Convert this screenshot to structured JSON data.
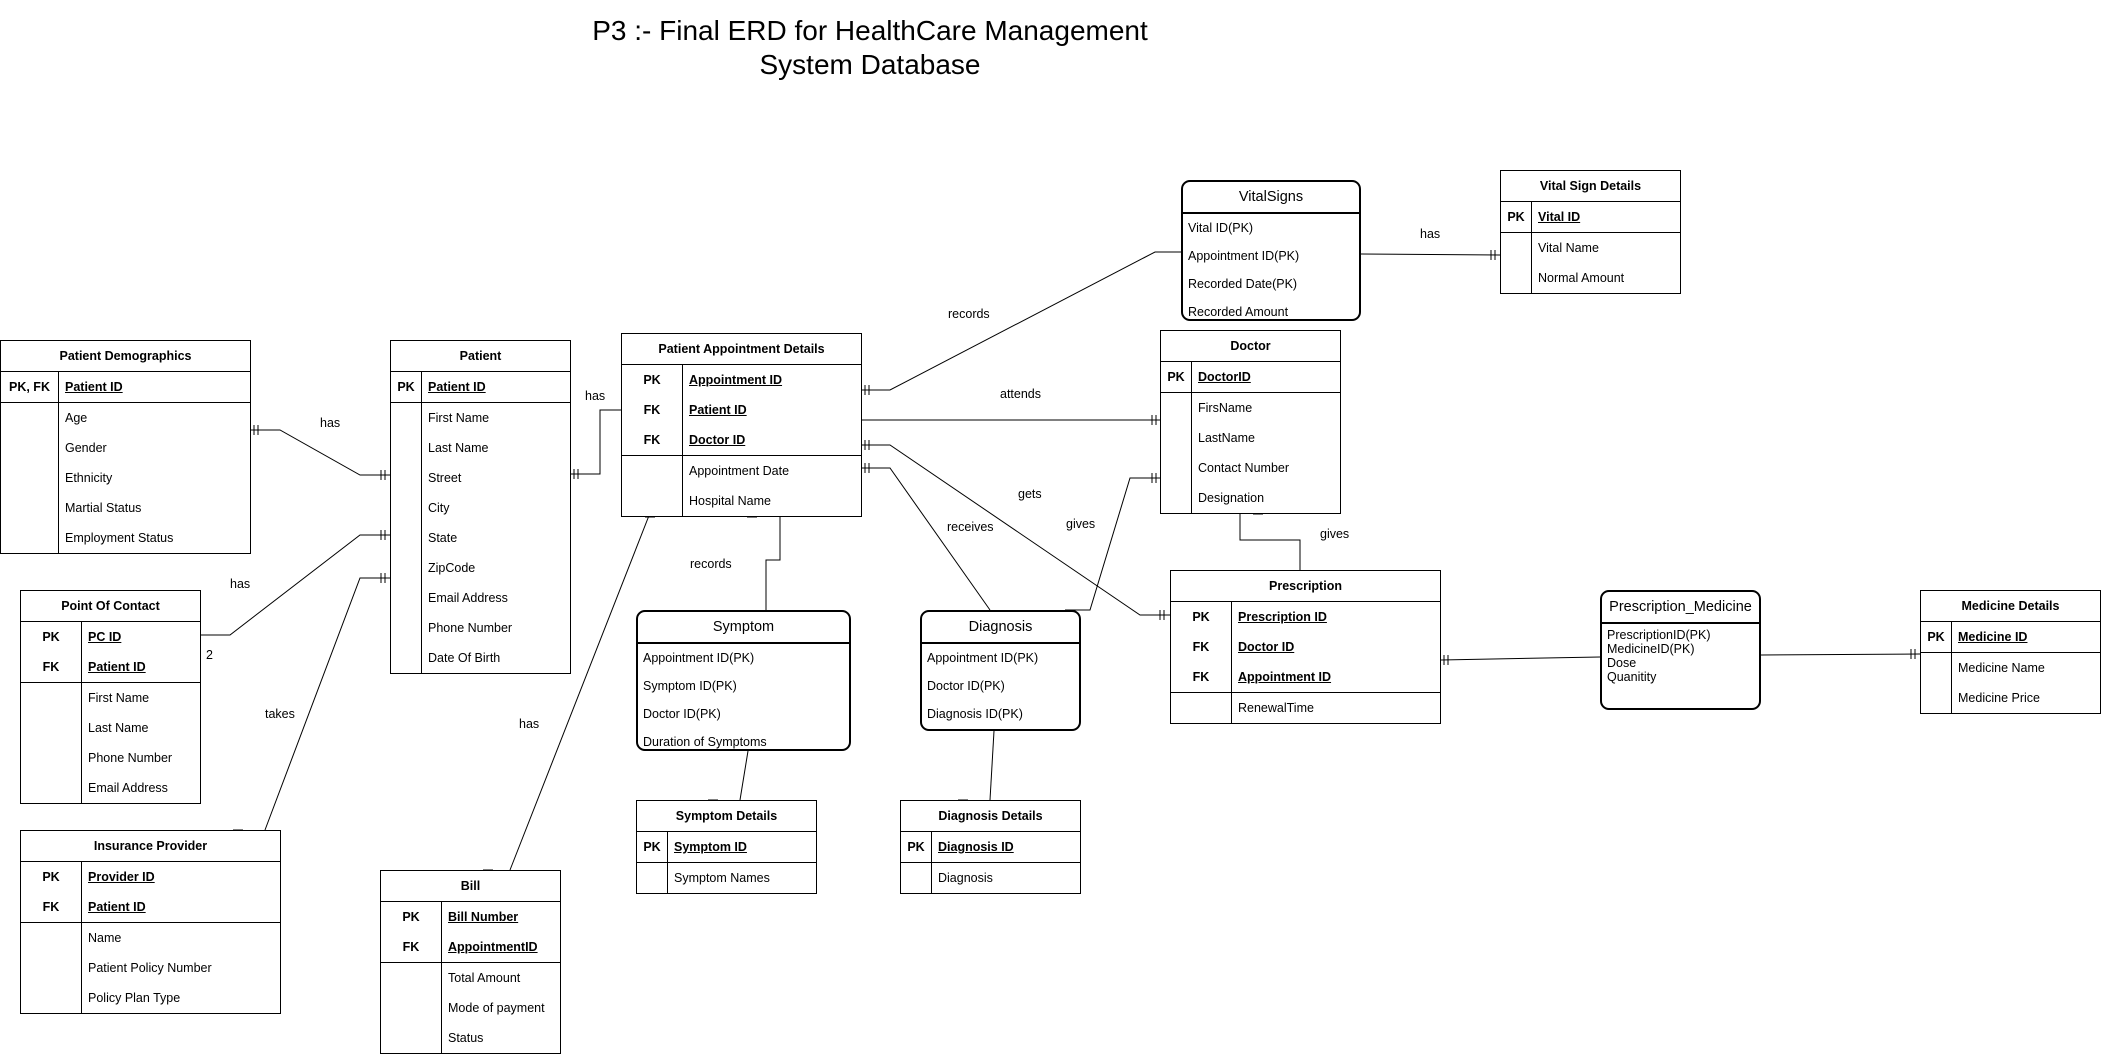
{
  "title_line1": "P3 :- Final ERD for HealthCare Management",
  "title_line2": "System Database",
  "entities": {
    "patient_demographics": {
      "title": "Patient Demographics",
      "rows": [
        {
          "k": "PK, FK",
          "v": "Patient ID",
          "key": true
        },
        {
          "k": "",
          "v": "Age"
        },
        {
          "k": "",
          "v": "Gender"
        },
        {
          "k": "",
          "v": "Ethnicity"
        },
        {
          "k": "",
          "v": "Martial Status"
        },
        {
          "k": "",
          "v": "Employment Status"
        }
      ]
    },
    "patient": {
      "title": "Patient",
      "rows": [
        {
          "k": "PK",
          "v": "Patient ID",
          "key": true
        },
        {
          "k": "",
          "v": "First Name"
        },
        {
          "k": "",
          "v": "Last Name"
        },
        {
          "k": "",
          "v": "Street"
        },
        {
          "k": "",
          "v": "City"
        },
        {
          "k": "",
          "v": "State"
        },
        {
          "k": "",
          "v": "ZipCode"
        },
        {
          "k": "",
          "v": "Email Address"
        },
        {
          "k": "",
          "v": "Phone Number"
        },
        {
          "k": "",
          "v": "Date Of Birth"
        }
      ]
    },
    "point_of_contact": {
      "title": "Point Of Contact",
      "rows": [
        {
          "k": "PK",
          "v": "PC ID",
          "key": true
        },
        {
          "k": "FK",
          "v": "Patient ID",
          "key": true
        },
        {
          "k": "",
          "v": "First Name"
        },
        {
          "k": "",
          "v": "Last Name"
        },
        {
          "k": "",
          "v": "Phone Number"
        },
        {
          "k": "",
          "v": "Email Address"
        }
      ]
    },
    "insurance_provider": {
      "title": "Insurance Provider",
      "rows": [
        {
          "k": "PK",
          "v": "Provider ID",
          "key": true
        },
        {
          "k": "FK",
          "v": "Patient ID",
          "key": true
        },
        {
          "k": "",
          "v": "Name"
        },
        {
          "k": "",
          "v": "Patient Policy Number"
        },
        {
          "k": "",
          "v": "Policy Plan Type"
        }
      ]
    },
    "bill": {
      "title": "Bill",
      "rows": [
        {
          "k": "PK",
          "v": "Bill Number",
          "key": true
        },
        {
          "k": "FK",
          "v": "AppointmentID",
          "key": true
        },
        {
          "k": "",
          "v": "Total Amount"
        },
        {
          "k": "",
          "v": "Mode of payment"
        },
        {
          "k": "",
          "v": "Status"
        }
      ]
    },
    "patient_appointment_details": {
      "title": "Patient Appointment Details",
      "rows": [
        {
          "k": "PK",
          "v": "Appointment ID",
          "key": true
        },
        {
          "k": "FK",
          "v": "Patient ID",
          "key": true
        },
        {
          "k": "FK",
          "v": "Doctor ID",
          "key": true
        },
        {
          "k": "",
          "v": "Appointment Date"
        },
        {
          "k": "",
          "v": "Hospital Name"
        }
      ]
    },
    "doctor": {
      "title": "Doctor",
      "rows": [
        {
          "k": "PK",
          "v": "DoctorID",
          "key": true
        },
        {
          "k": "",
          "v": "FirsName"
        },
        {
          "k": "",
          "v": "LastName"
        },
        {
          "k": "",
          "v": "Contact Number"
        },
        {
          "k": "",
          "v": "Designation"
        }
      ]
    },
    "vital_sign_details": {
      "title": "Vital Sign Details",
      "rows": [
        {
          "k": "PK",
          "v": "Vital ID",
          "key": true
        },
        {
          "k": "",
          "v": "Vital Name"
        },
        {
          "k": "",
          "v": "Normal Amount"
        }
      ]
    },
    "prescription": {
      "title": "Prescription",
      "rows": [
        {
          "k": "PK",
          "v": "Prescription ID",
          "key": true
        },
        {
          "k": "FK",
          "v": "Doctor ID",
          "key": true
        },
        {
          "k": "FK",
          "v": "Appointment ID",
          "key": true
        },
        {
          "k": "",
          "v": "RenewalTime"
        }
      ]
    },
    "medicine_details": {
      "title": "Medicine Details",
      "rows": [
        {
          "k": "PK",
          "v": "Medicine ID",
          "key": true
        },
        {
          "k": "",
          "v": "Medicine Name"
        },
        {
          "k": "",
          "v": "Medicine Price"
        }
      ]
    },
    "symptom_details": {
      "title": "Symptom Details",
      "rows": [
        {
          "k": "PK",
          "v": "Symptom ID",
          "key": true
        },
        {
          "k": "",
          "v": "Symptom Names"
        }
      ]
    },
    "diagnosis_details": {
      "title": "Diagnosis Details",
      "rows": [
        {
          "k": "PK",
          "v": "Diagnosis ID",
          "key": true
        },
        {
          "k": "",
          "v": "Diagnosis"
        }
      ]
    }
  },
  "boxes": {
    "vitalsigns": {
      "title": "VitalSigns",
      "rows": [
        "Vital ID(PK)",
        "Appointment ID(PK)",
        "Recorded Date(PK)",
        "Recorded Amount"
      ]
    },
    "symptom": {
      "title": "Symptom",
      "rows": [
        "Appointment ID(PK)",
        "Symptom ID(PK)",
        "Doctor ID(PK)",
        "Duration of Symptoms"
      ]
    },
    "diagnosis": {
      "title": "Diagnosis",
      "rows": [
        "Appointment ID(PK)",
        "Doctor ID(PK)",
        "Diagnosis ID(PK)"
      ]
    },
    "prescription_medicine": {
      "title": "Prescription_Medicine",
      "rows": [
        "PrescriptionID(PK)",
        "MedicineID(PK)",
        "Dose",
        "Quanitity"
      ]
    }
  },
  "relationship_labels": {
    "demographics_has": "has",
    "patient_appt_has": "has",
    "contact_has": "has",
    "contact_card": "2",
    "insurance_takes": "takes",
    "bill_has": "has",
    "vital_records": "records",
    "symptom_records": "records",
    "doctor_attends": "attends",
    "vitals_has": "has",
    "gets": "gets",
    "receives": "receives",
    "diag_gives": "gives",
    "presc_gives": "gives"
  }
}
